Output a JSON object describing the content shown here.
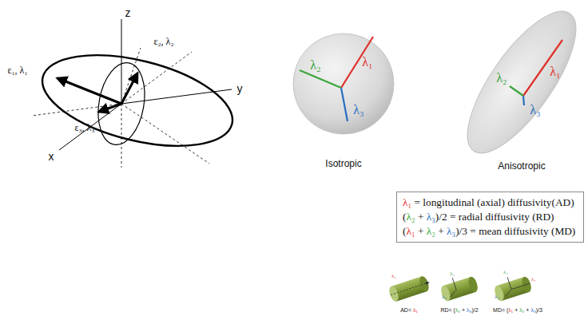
{
  "diagram": {
    "nodes": [
      {
        "text": [
          "λ₁",
          "λ₂",
          "λ₃",
          "Isotropic"
        ]
      },
      {
        "text": [
          "λ₁",
          "λ₂",
          "λ₃",
          "Anisotropic"
        ]
      },
      {
        "text": [
          "λ₁ = longitudinal (axial) diffusivity(AD)",
          "(λ₂ + λ₃)/2 = radial diffusivity (RD)",
          "(λ₁ + λ₂ + λ₃)/3 = mean diffusivity (MD)"
        ]
      }
    ],
    "labels": [
      "z",
      "y",
      "x",
      "ε₁, λ₁",
      "ε₂, λ₂",
      "ε₃, λ₃",
      "λ₁",
      "AD= λ₁",
      "λ₂",
      "λ₃",
      "RD= (λ₂ + λ₃)/2",
      "λ₁",
      "λ₂",
      "λ₃",
      "MD= (λ₁ + λ₂ + λ₃)/3"
    ]
  }
}
